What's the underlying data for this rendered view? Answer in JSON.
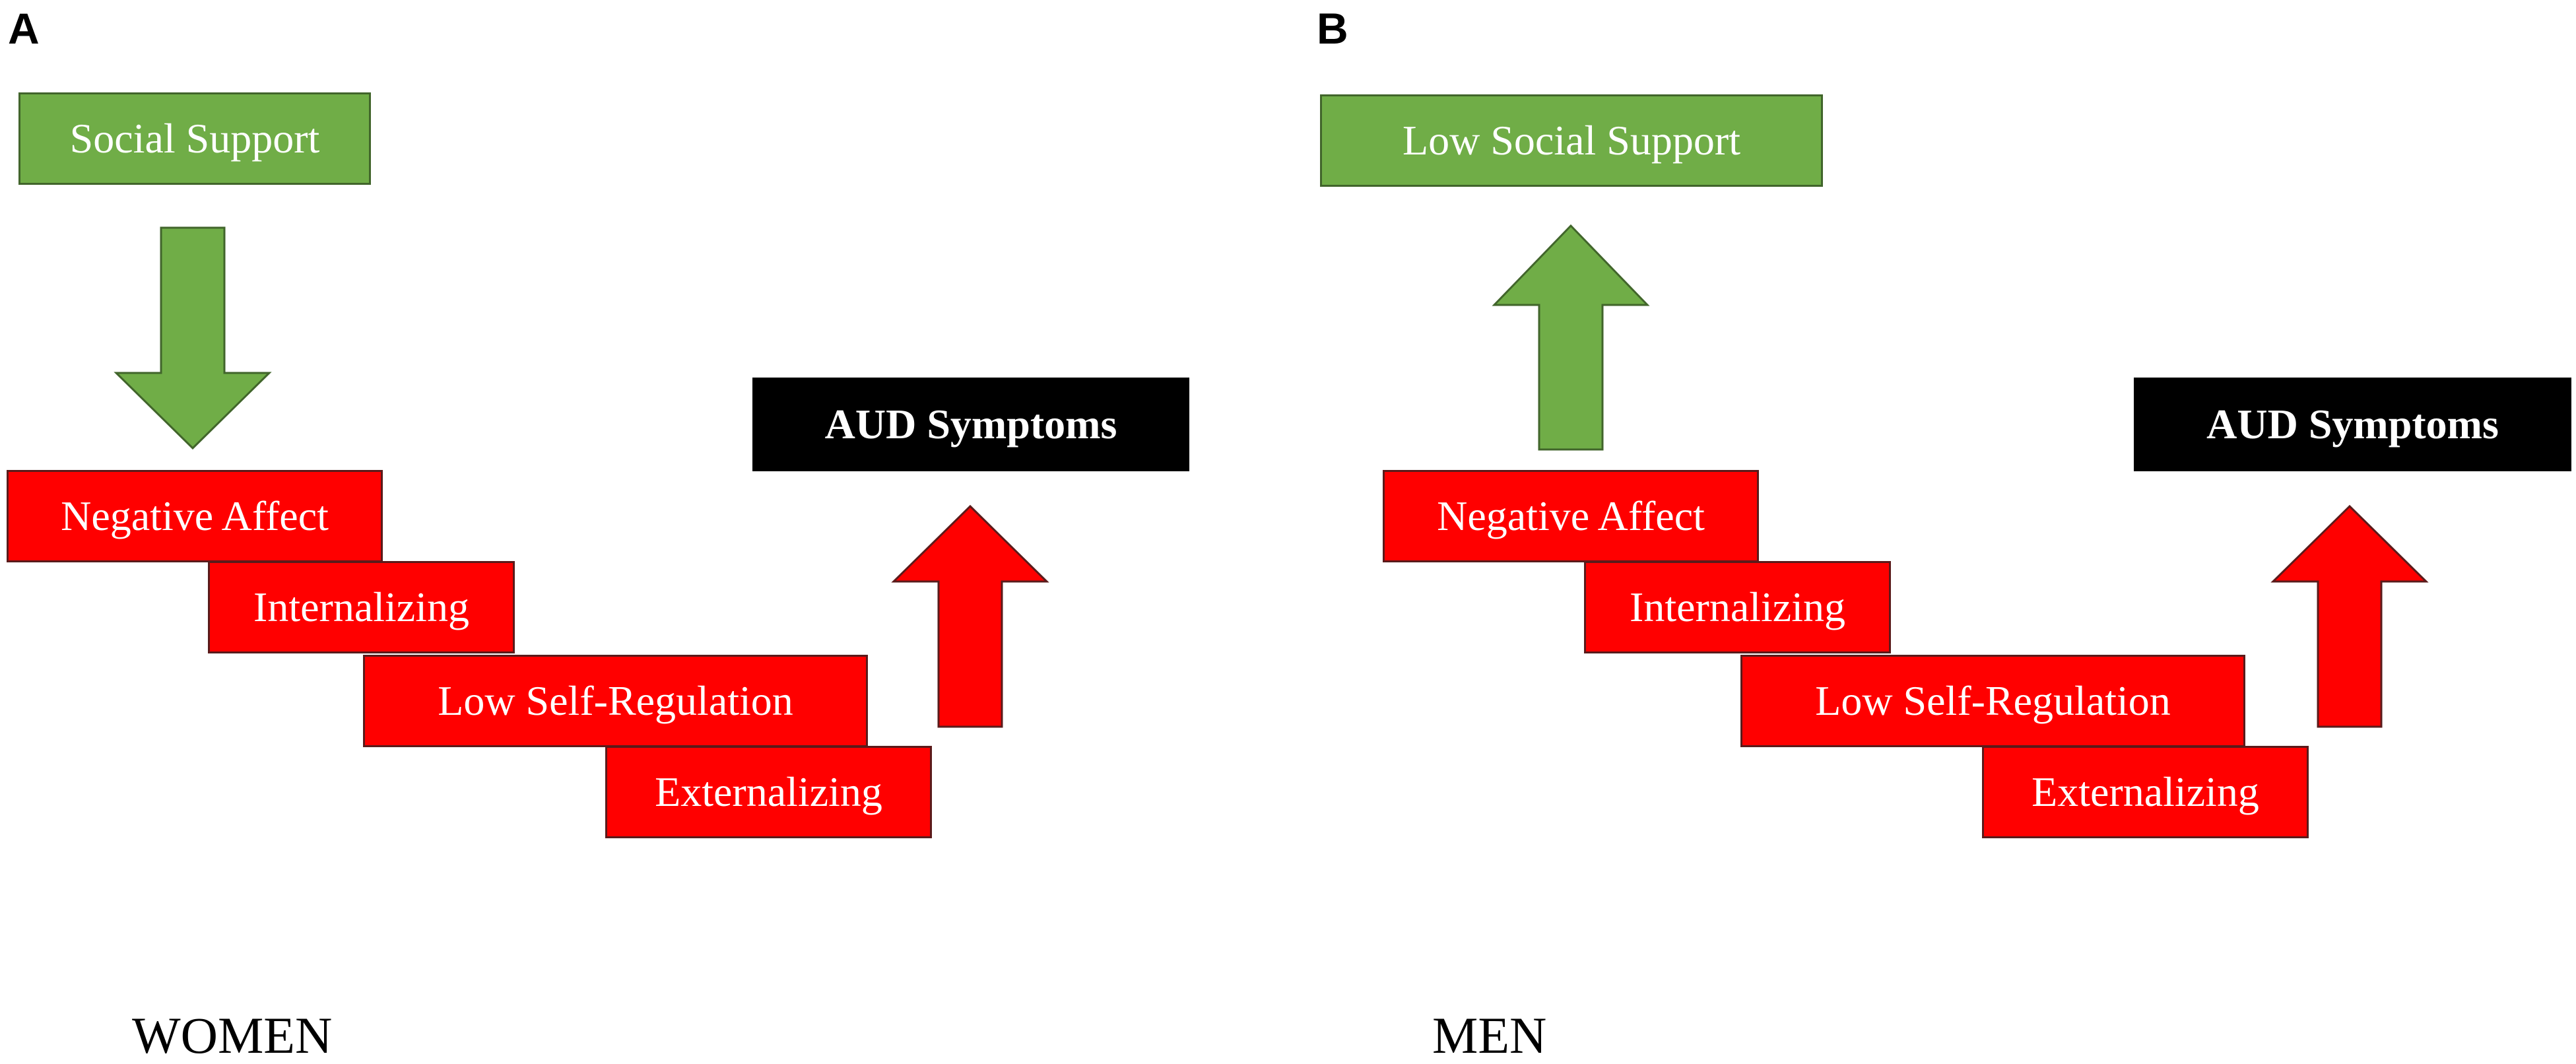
{
  "panel_a": {
    "letter": "A",
    "support_label": "Social Support",
    "support_arrow_direction": "down",
    "cascade": [
      "Negative Affect",
      "Internalizing",
      "Low Self-Regulation",
      "Externalizing"
    ],
    "outcome_label": "AUD Symptoms",
    "outcome_arrow_direction": "up",
    "caption": "WOMEN"
  },
  "panel_b": {
    "letter": "B",
    "support_label": "Low Social Support",
    "support_arrow_direction": "up",
    "cascade": [
      "Negative Affect",
      "Internalizing",
      "Low Self-Regulation",
      "Externalizing"
    ],
    "outcome_label": "AUD Symptoms",
    "outcome_arrow_direction": "up",
    "caption": "MEN"
  },
  "colors": {
    "support": "#70ad47",
    "cascade": "#ff0000",
    "outcome": "#000000"
  }
}
